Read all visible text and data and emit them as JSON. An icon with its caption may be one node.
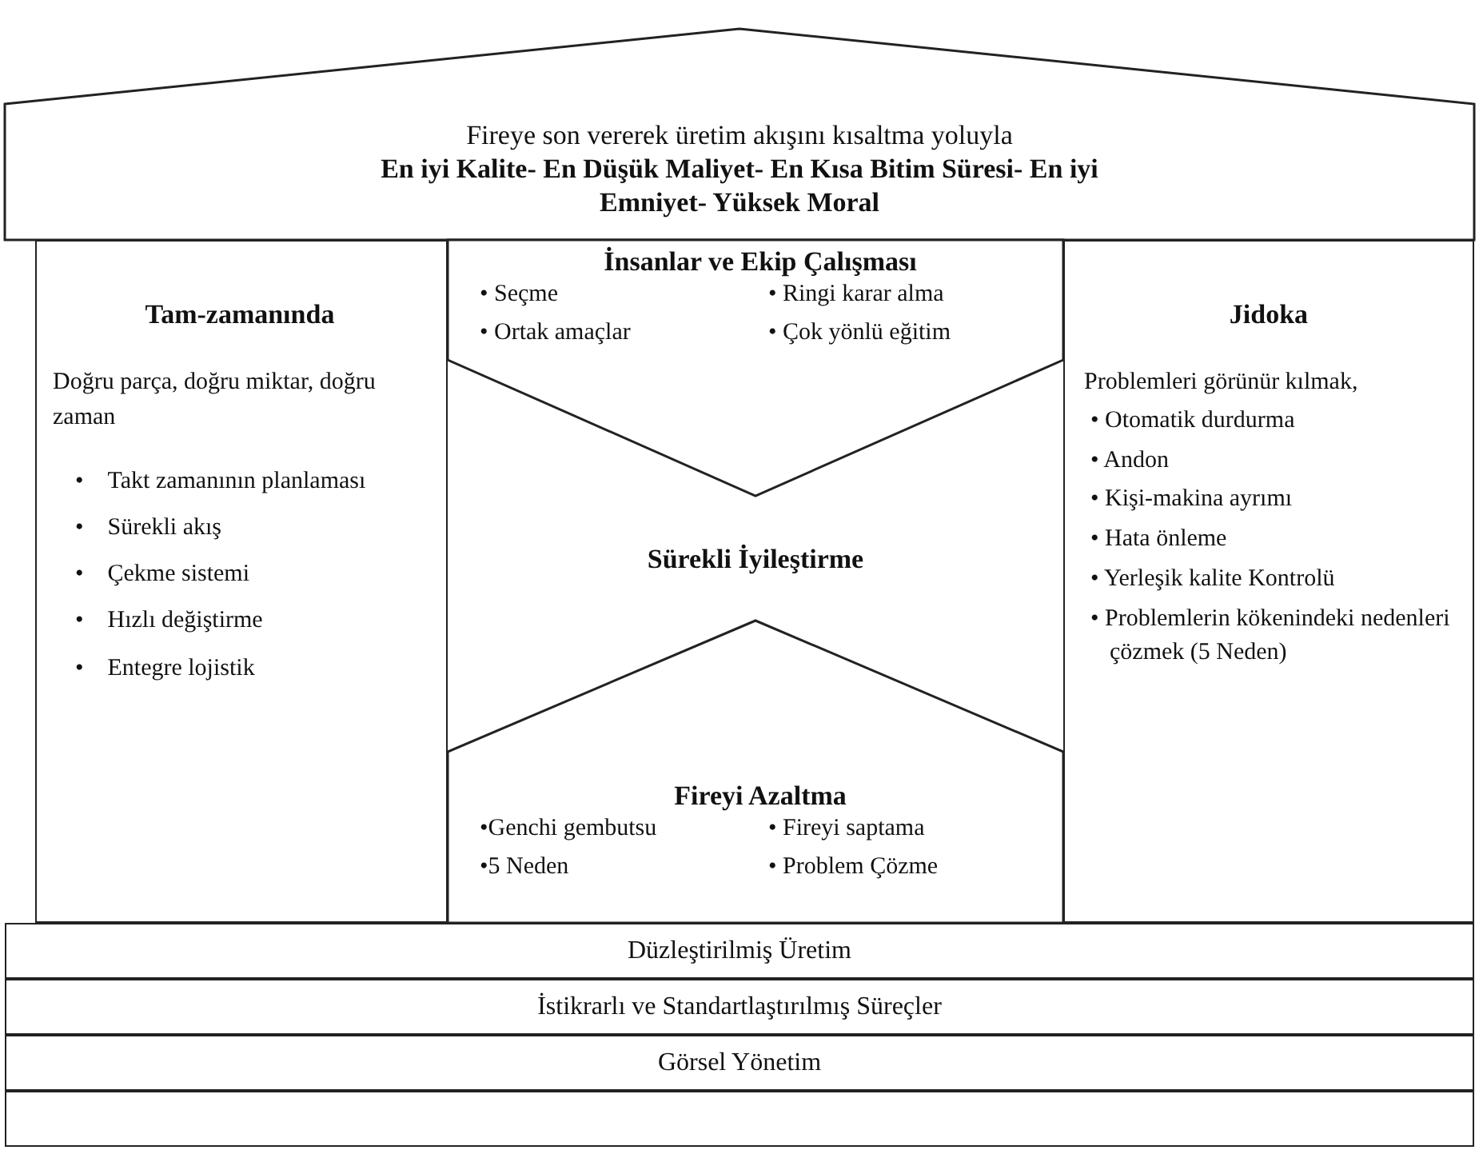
{
  "diagram": {
    "nodes": [
      {
        "text": [
          "Fireye son vererek üretim akışını kısaltma yoluyla",
          "En iyi Kalite- En Düşük Maliyet- En Kısa Bitim Süresi- En iyi Emniyet- Yüksek Moral"
        ]
      },
      {
        "text": [
          "Tam-zamanında",
          "Doğru parça, doğru miktar, doğru zaman",
          "• Takt zamanının planlaması",
          "• Sürekli akış",
          "• Çekme sistemi",
          "• Hızlı değiştirme",
          "• Entegre lojistik"
        ]
      },
      {
        "text": [
          "Sürekli İyileştirme"
        ]
      },
      {
        "text": [
          "İnsanlar ve Ekip Çalışması",
          "• Seçme",
          "• Ringi karar alma",
          "• Ortak amaçlar",
          "• Çok yönlü eğitim"
        ],
        "in": 2
      },
      {
        "text": [
          "Fireyi Azaltma",
          "•Genchi gembutsu",
          "• Fireyi saptama",
          "•5 Neden",
          "• Problem Çözme"
        ],
        "in": 2
      },
      {
        "text": [
          "Jidoka",
          "Problemleri görünür kılmak,",
          "• Otomatik durdurma",
          "• Andon",
          "• Kişi-makina ayrımı",
          "• Hata önleme",
          "• Yerleşik kalite Kontrolü",
          "• Problemlerin kökenindeki nedenleri çözmek (5 Neden)"
        ]
      },
      {
        "text": [
          "Düzleştirilmiş Üretim"
        ]
      },
      {
        "text": [
          "İstikrarlı ve Standartlaştırılmış Süreçler"
        ]
      },
      {
        "text": [
          "Görsel Yönetim"
        ]
      },
      {
        "text": [],
        "shape": "box"
      }
    ]
  }
}
